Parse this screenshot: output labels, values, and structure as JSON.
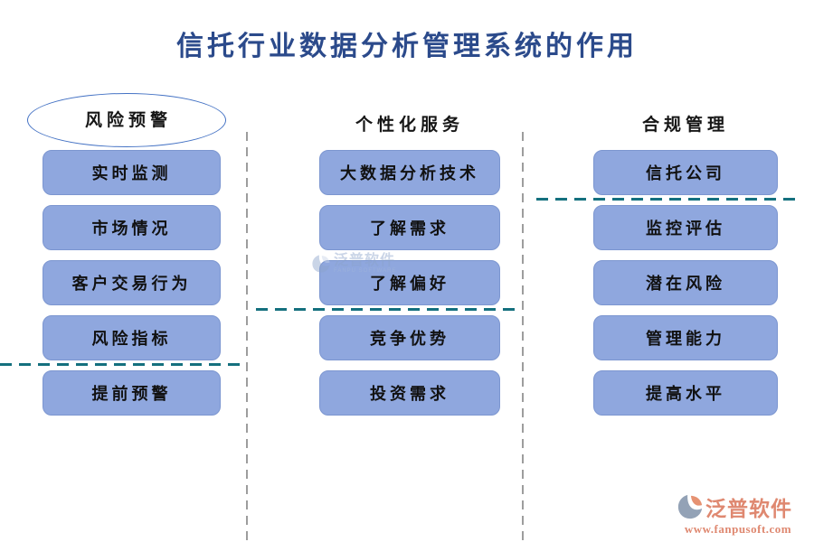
{
  "title": "信托行业数据分析管理系统的作用",
  "columns": [
    {
      "title": "风险预警",
      "items": [
        "实时监测",
        "市场情况",
        "客户交易行为",
        "风险指标",
        "提前预警"
      ]
    },
    {
      "title": "个性化服务",
      "items": [
        "大数据分析技术",
        "了解需求",
        "了解偏好",
        "竞争优势",
        "投资需求"
      ]
    },
    {
      "title": "合规管理",
      "items": [
        "信托公司",
        "监控评估",
        "潜在风险",
        "管理能力",
        "提高水平"
      ]
    }
  ],
  "watermark": {
    "text": "泛普软件",
    "subtext": "FANPU SOFTWARE"
  },
  "brand": {
    "name": "泛普软件",
    "url": "www.fanpusoft.com"
  },
  "colors": {
    "title_text": "#2B4A8B",
    "box_fill": "#8FA7DE",
    "box_border": "#7C96D0",
    "ellipse_stroke": "#4472C4",
    "teal_dash": "#14707E",
    "gray_dash": "#9D9D9D",
    "brand_accent": "#DF8870",
    "brand_icon_slate": "#93A2B6",
    "brand_icon_salmon": "#E69272"
  }
}
